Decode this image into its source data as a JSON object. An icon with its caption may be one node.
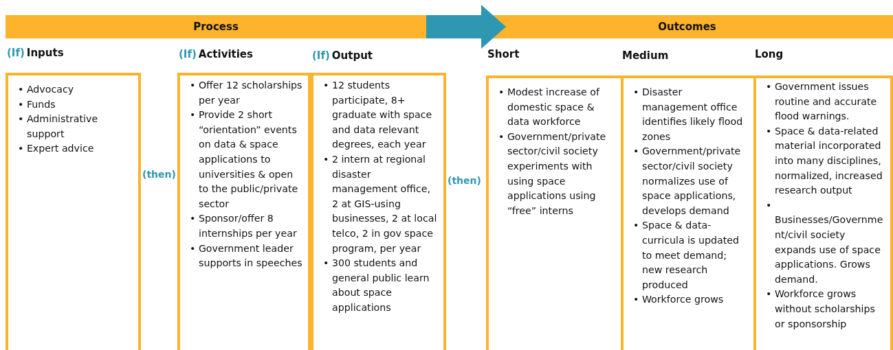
{
  "diagram": {
    "nodes": [
      {
        "text": [
          "Process"
        ]
      },
      {
        "text": [
          "Outcomes"
        ]
      },
      {
        "text": [
          "(If)",
          "Inputs",
          "• Advocacy",
          "• Funds",
          "• Administrative support",
          "• Expert advice"
        ]
      },
      {
        "text": [
          "(If)",
          "Activities",
          "• Offer 12 scholarships per year",
          "• Provide 2 short “orientation” events on data & space applications to universities & open to the public/private sector",
          "• Sponsor/offer 8 internships per year",
          "• Government leader supports in speeches"
        ]
      },
      {
        "text": [
          "(If)",
          "Output",
          "• 12 students participate, 8+ graduate with space and data relevant degrees, each year",
          "• 2 intern at regional disaster management office, 2 at GIS-using businesses, 2 at local telco, 2 in gov space program, per year",
          "• 300 students and general public learn about space applications"
        ]
      },
      {
        "text": [
          "Short",
          "• Modest increase of domestic space & data workforce",
          "• Government/private sector/civil society experiments with using space applications using “free” interns"
        ]
      },
      {
        "text": [
          "Medium",
          "• Disaster management office identifies likely flood zones",
          "• Government/private sector/civil society normalizes use of space applications, develops demand",
          "• Space & data-curricula is updated to meet demand; new research produced",
          "• Workforce grows"
        ]
      },
      {
        "text": [
          "Long",
          "• Government issues routine and accurate flood warnings.",
          "• Space & data-related material incorporated into many disciplines, normalized, increased research output",
          "• Businesses/Government/civil society expands use of space applications. Grows demand.",
          "• Workforce grows without scholarships or sponsorship"
        ]
      }
    ],
    "edges": [
      {
        "from": 0,
        "to": 1,
        "arrow": "to"
      }
    ],
    "labels": [
      "(then)",
      "(then)"
    ]
  }
}
